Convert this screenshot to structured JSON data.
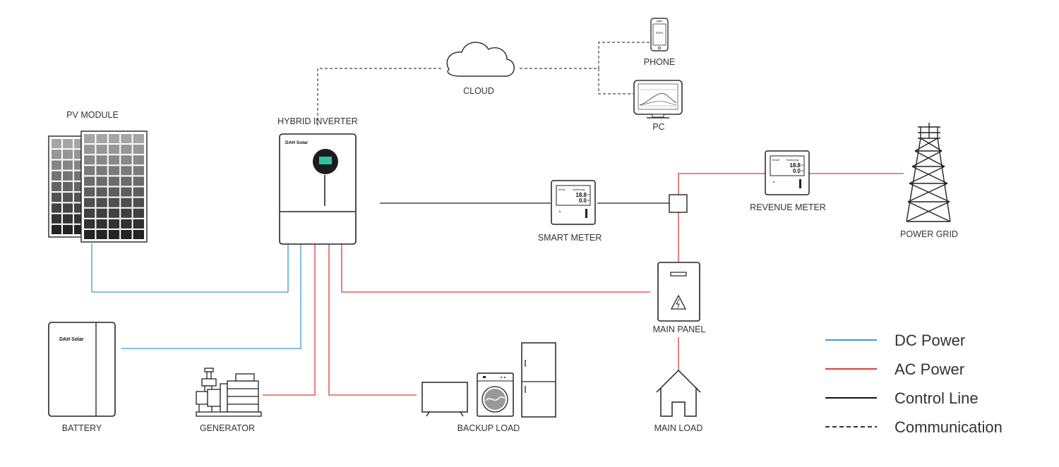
{
  "labels": {
    "pv_module": "PV MODULE",
    "hybrid_inverter": "HYBRID INVERTER",
    "cloud": "CLOUD",
    "phone": "PHONE",
    "pc": "PC",
    "smart_meter": "SMART METER",
    "revenue_meter": "REVENUE METER",
    "power_grid": "POWER GRID",
    "main_panel": "MAIN PANEL",
    "main_load": "MAIN LOAD",
    "backup_load": "BACKUP LOAD",
    "generator": "GENERATOR",
    "battery": "BATTERY"
  },
  "brand": {
    "inverter_logo": "DAH Solar",
    "battery_logo": "DAH Solar"
  },
  "meter_display": {
    "top_left": "Mode",
    "top_right": "Switching",
    "value_1": "18.8",
    "value_2": "0.0"
  },
  "phone_screen": "DAH",
  "legend": [
    {
      "key": "dc",
      "label": "DC Power",
      "color": "#3a9bd5",
      "style": "solid"
    },
    {
      "key": "ac",
      "label": "AC Power",
      "color": "#e03a3a",
      "style": "solid"
    },
    {
      "key": "control",
      "label": "Control Line",
      "color": "#111111",
      "style": "solid"
    },
    {
      "key": "comm",
      "label": "Communication",
      "color": "#333333",
      "style": "dashed"
    }
  ],
  "colors": {
    "dc": "#3a9bd5",
    "ac": "#e03a3a",
    "control": "#222222",
    "comm": "#444444"
  }
}
